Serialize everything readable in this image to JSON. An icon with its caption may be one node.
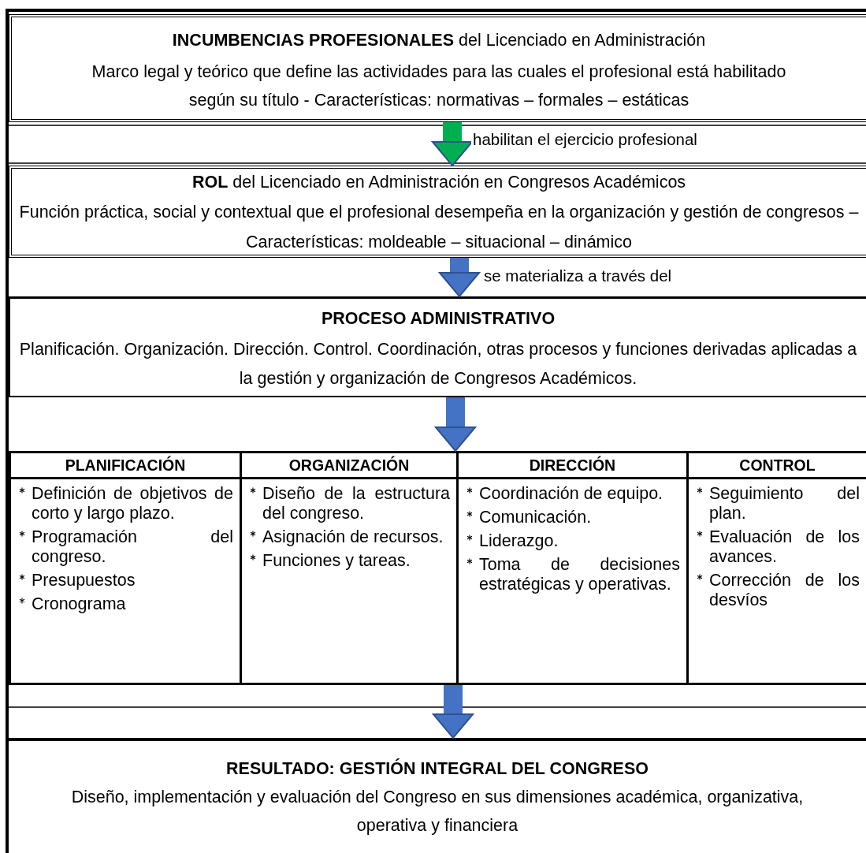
{
  "diagram": {
    "nodes": [
      {
        "text": [
          "**INCUMBENCIAS PROFESIONALES** del Licenciado en Administración",
          "Marco legal y teórico que define las actividades para las cuales el profesional está habilitado según su título - Características: normativas – formales – estáticas"
        ]
      },
      {
        "text": [
          "**ROL** del Licenciado en Administración en Congresos Académicos",
          "Función práctica, social y contextual que el profesional desempeña en la organización y gestión de congresos – Características: moldeable – situacional – dinámico"
        ]
      },
      {
        "text": [
          "PROCESO ADMINISTRATIVO",
          "Planificación. Organización. Dirección.  Control. Coordinación, otras procesos y funciones derivadas aplicadas a la gestión y organización de Congresos Académicos."
        ]
      },
      {
        "text": [],
        "shape": "box"
      },
      {
        "text": [
          "PLANIFICACIÓN",
          "Definición de objetivos de corto y largo plazo.",
          "Programación del congreso.",
          "Presupuestos",
          "Cronograma"
        ],
        "in": 3
      },
      {
        "text": [
          "ORGANIZACIÓN",
          "Diseño de la estructura del congreso.",
          "Asignación de recursos.",
          "Funciones y tareas."
        ],
        "in": 3
      },
      {
        "text": [
          "DIRECCIÓN",
          "Coordinación de equipo.",
          "Comunicación.",
          "Liderazgo.",
          "Toma de decisiones estratégicas y operativas."
        ],
        "in": 3
      },
      {
        "text": [
          "CONTROL",
          "Seguimiento del plan.",
          "Evaluación de los avances.",
          "Corrección de los desvíos"
        ],
        "in": 3
      },
      {
        "text": [
          "RESULTADO: GESTIÓN INTEGRAL DEL CONGRESO",
          "Diseño, implementación y evaluación del Congreso en sus dimensiones académica, organizativa, operativa y financiera"
        ]
      }
    ],
    "edges": [
      {
        "from": 0,
        "to": 1,
        "arrow": "to",
        "label": "habilitan el ejercicio profesional",
        "color": "#00b050"
      },
      {
        "from": 1,
        "to": 2,
        "arrow": "to",
        "label": "se materializa a través del"
      },
      {
        "from": 2,
        "to": 3,
        "arrow": "to"
      },
      {
        "from": 3,
        "to": 8,
        "arrow": "to"
      }
    ]
  }
}
